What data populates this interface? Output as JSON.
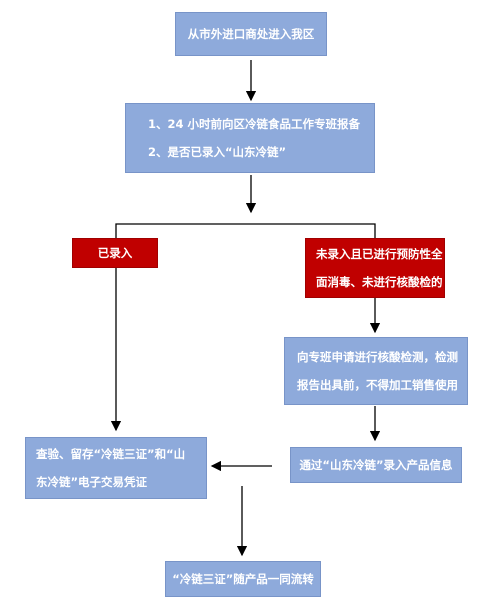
{
  "boxes": {
    "entry": "从市外进口商处进入我区",
    "report": {
      "line1": "1、24 小时前向区冷链食品工作专班报备",
      "line2": "2、是否已录入“山东冷链”"
    },
    "recorded": "已录入",
    "not_recorded": {
      "line1": "未录入且已进行预防性全",
      "line2": "面消毒、未进行核酸检的"
    },
    "apply": {
      "line1": "向专班申请进行核酸检测，检测",
      "line2": "报告出具前，不得加工销售使用"
    },
    "verify": {
      "line1": "查验、留存“冷链三证”和“山",
      "line2": "东冷链”电子交易凭证"
    },
    "enter_info": "通过“山东冷链”录入产品信息",
    "circulate": "“冷链三证”随产品一同流转"
  },
  "colors": {
    "box_blue": "#8eaadb",
    "box_red": "#c00000",
    "text": "#ffffff",
    "arrow": "#000000"
  }
}
